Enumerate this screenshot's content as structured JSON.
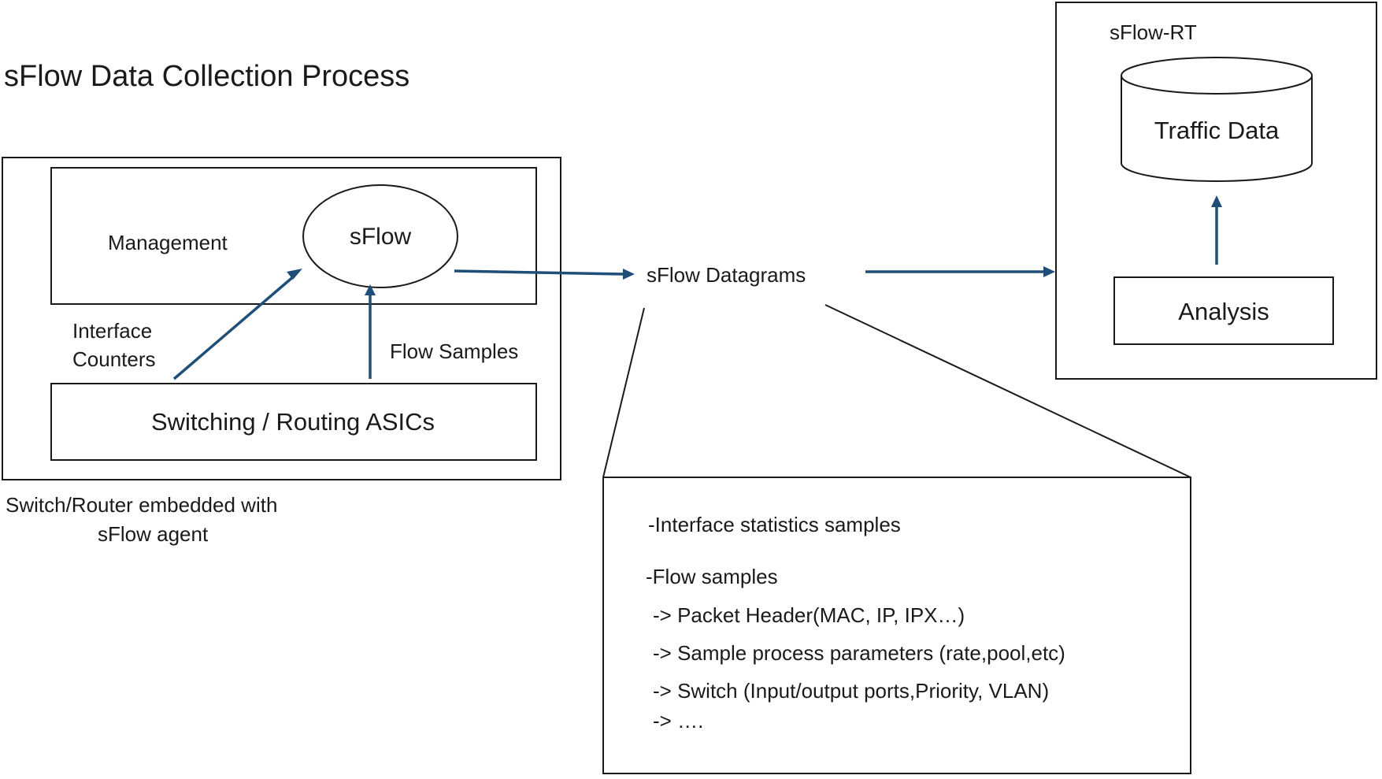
{
  "title": "sFlow Data Collection Process",
  "switch_router": {
    "management_label": "Management",
    "sflow_label": "sFlow",
    "asics_label": "Switching / Routing ASICs",
    "interface_counters_line1": "Interface",
    "interface_counters_line2": "Counters",
    "flow_samples_label": "Flow Samples",
    "caption_line1": "Switch/Router embedded with",
    "caption_line2": "sFlow agent"
  },
  "datagrams_label": "sFlow Datagrams",
  "datagram_contents": {
    "interface_stats": "-Interface statistics samples",
    "flow_samples": "-Flow samples",
    "packet_header": "-> Packet Header(MAC, IP, IPX…)",
    "sample_params": "-> Sample process parameters (rate,pool,etc)",
    "switch_info": "-> Switch (Input/output ports,Priority,  VLAN)",
    "more": "-> …."
  },
  "sflow_rt": {
    "label": "sFlow-RT",
    "traffic_data_label": "Traffic Data",
    "analysis_label": "Analysis"
  },
  "colors": {
    "arrow": "#1f4e79",
    "line": "#1a1a1a",
    "background": "#ffffff"
  }
}
